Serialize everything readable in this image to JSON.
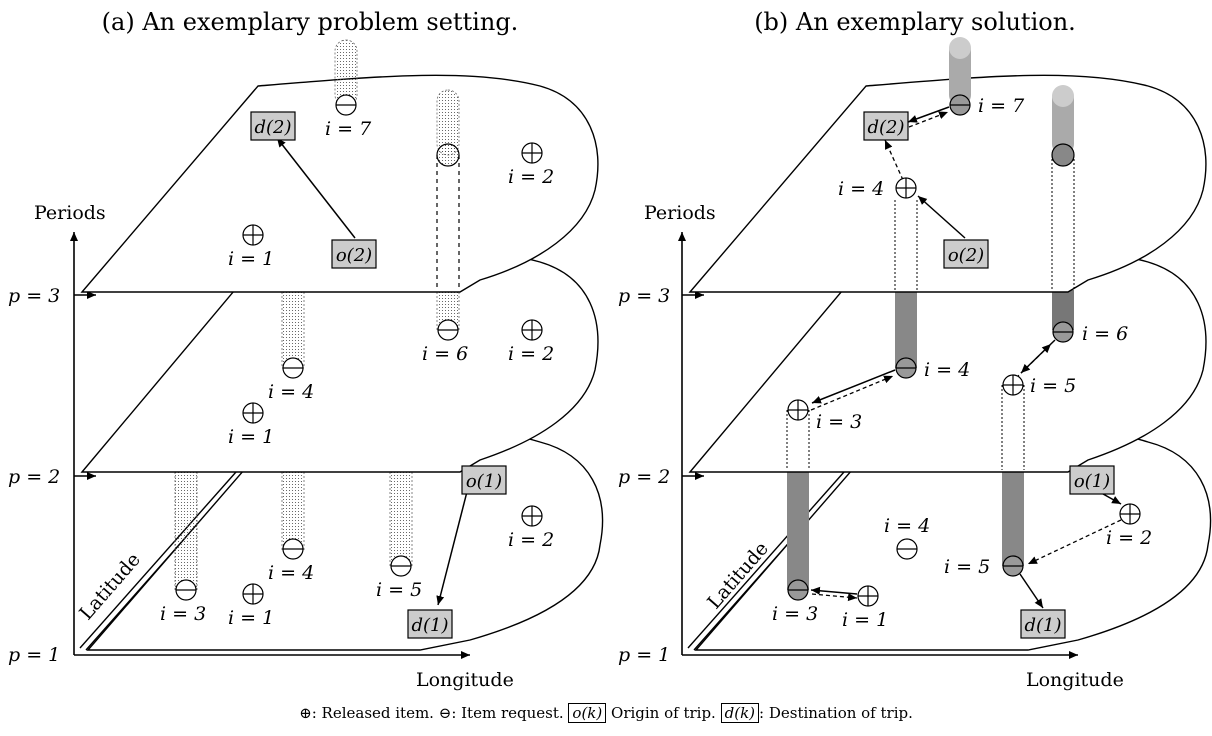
{
  "panels": {
    "a": {
      "title": "(a) An exemplary problem setting.",
      "periods_label": "Periods",
      "latitude_label": "Latitude",
      "longitude_label": "Longitude",
      "p1": "p = 1",
      "p2": "p = 2",
      "p3": "p = 3",
      "o1": "o(1)",
      "d1": "d(1)",
      "o2": "o(2)",
      "d2": "d(2)",
      "layer3_items": [
        "i = 1",
        "i = 7",
        "i = 2"
      ],
      "layer2_items": [
        "i = 4",
        "i = 6",
        "i = 2",
        "i = 1"
      ],
      "layer1_items": [
        "i = 3",
        "i = 1",
        "i = 4",
        "i = 5",
        "i = 2"
      ]
    },
    "b": {
      "title": "(b) An exemplary solution.",
      "periods_label": "Periods",
      "latitude_label": "Latitude",
      "longitude_label": "Longitude",
      "p1": "p = 1",
      "p2": "p = 2",
      "p3": "p = 3",
      "o1": "o(1)",
      "d1": "d(1)",
      "o2": "o(2)",
      "d2": "d(2)",
      "layer3_items": [
        "i = 7",
        "i = 4"
      ],
      "layer2_items": [
        "i = 6",
        "i = 4",
        "i = 5",
        "i = 3"
      ],
      "layer1_items": [
        "i = 4",
        "i = 2",
        "i = 5",
        "i = 3",
        "i = 1"
      ]
    }
  },
  "legend": {
    "released_symbol": "⊕",
    "released_text": ": Released item.",
    "request_symbol": "⊖",
    "request_text": ": Item request.",
    "origin_box": "o(k)",
    "origin_text": " Origin of trip.",
    "dest_box": "d(k)",
    "dest_text": ": Destination of trip."
  },
  "colors": {
    "box_fill": "#cccccc",
    "column_fill": "#888888",
    "request_fill": "#999999"
  }
}
